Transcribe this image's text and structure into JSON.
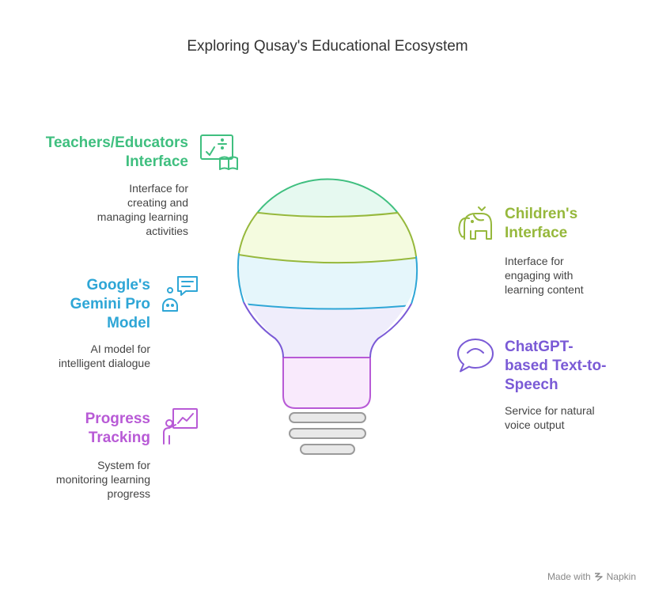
{
  "title": "Exploring Qusay's Educational Ecosystem",
  "items": [
    {
      "heading": "Teachers/Educators\nInterface",
      "desc": "Interface for\ncreating and\nmanaging learning\nactivities",
      "color": "#3fbf7f",
      "icon": "teacher-board-icon"
    },
    {
      "heading": "Google's\nGemini Pro\nModel",
      "desc": "AI model for\nintelligent dialogue",
      "color": "#2ea6d6",
      "icon": "robot-chat-icon"
    },
    {
      "heading": "Progress\nTracking",
      "desc": "System for\nmonitoring learning\nprogress",
      "color": "#b85ad6",
      "icon": "presentation-icon"
    },
    {
      "heading": "Children's\nInterface",
      "desc": "Interface for\nengaging with\nlearning content",
      "color": "#96b83c",
      "icon": "elephant-icon"
    },
    {
      "heading": "ChatGPT-\nbased Text-to-\nSpeech",
      "desc": "Service for natural\nvoice output",
      "color": "#7a5ad6",
      "icon": "speech-bubble-icon"
    }
  ],
  "footer": {
    "made_with": "Made with",
    "brand": "Napkin"
  }
}
